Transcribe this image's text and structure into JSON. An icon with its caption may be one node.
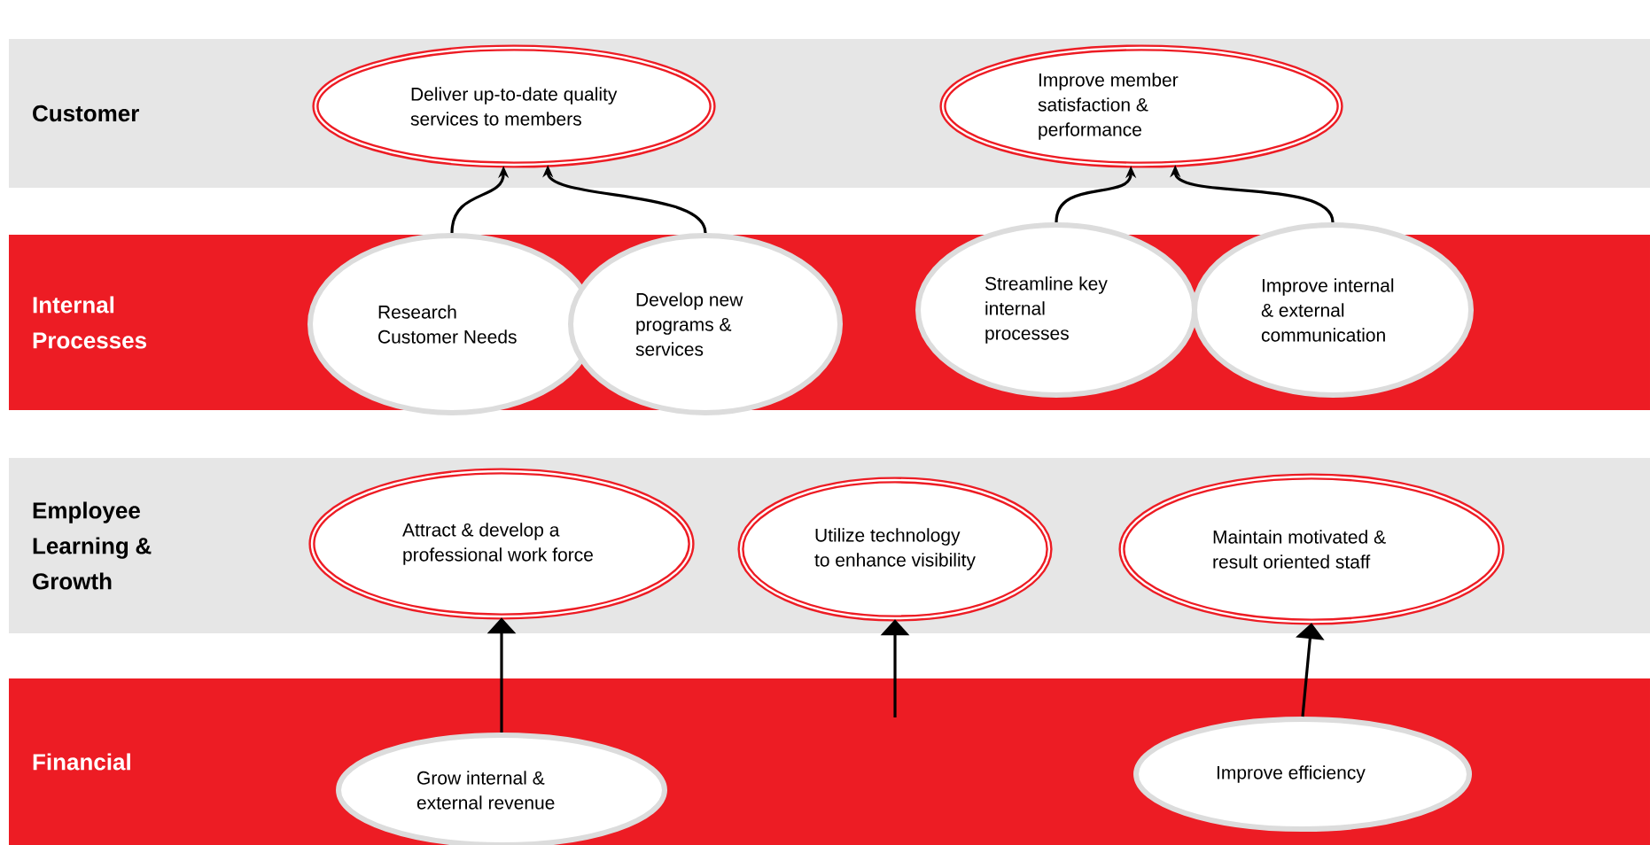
{
  "diagram": {
    "nodes": [
      {
        "text": [
          "Customer"
        ]
      },
      {
        "text": [
          "Deliver up-to-date quality services to members"
        ],
        "in": 0
      },
      {
        "text": [
          "Improve member satisfaction & performance"
        ],
        "in": 0
      },
      {
        "text": [
          "Internal Processes"
        ]
      },
      {
        "text": [
          "Research Customer Needs"
        ],
        "in": 3
      },
      {
        "text": [
          "Develop new programs & services"
        ],
        "in": 3
      },
      {
        "text": [
          "Streamline key internal processes"
        ],
        "in": 3
      },
      {
        "text": [
          "Improve internal & external communication"
        ],
        "in": 3
      },
      {
        "text": [
          "Employee Learning & Growth"
        ]
      },
      {
        "text": [
          "Attract & develop a professional work force"
        ],
        "in": 8
      },
      {
        "text": [
          "Utilize technology to enhance visibility"
        ],
        "in": 8
      },
      {
        "text": [
          "Maintain motivated & result oriented staff"
        ],
        "in": 8
      },
      {
        "text": [
          "Financial"
        ]
      },
      {
        "text": [
          "Grow internal & external revenue"
        ],
        "in": 12
      },
      {
        "text": [
          "Improve efficiency"
        ],
        "in": 12
      }
    ],
    "edges": [
      {
        "from": 4,
        "to": 1,
        "arrow": "to"
      },
      {
        "from": 5,
        "to": 1,
        "arrow": "to"
      },
      {
        "from": 6,
        "to": 2,
        "arrow": "to"
      },
      {
        "from": 7,
        "to": 2,
        "arrow": "to"
      },
      {
        "from": 13,
        "to": 9,
        "arrow": "to"
      },
      {
        "from": null,
        "to": 10,
        "arrow": "to"
      },
      {
        "from": 14,
        "to": 11,
        "arrow": "to"
      }
    ]
  }
}
